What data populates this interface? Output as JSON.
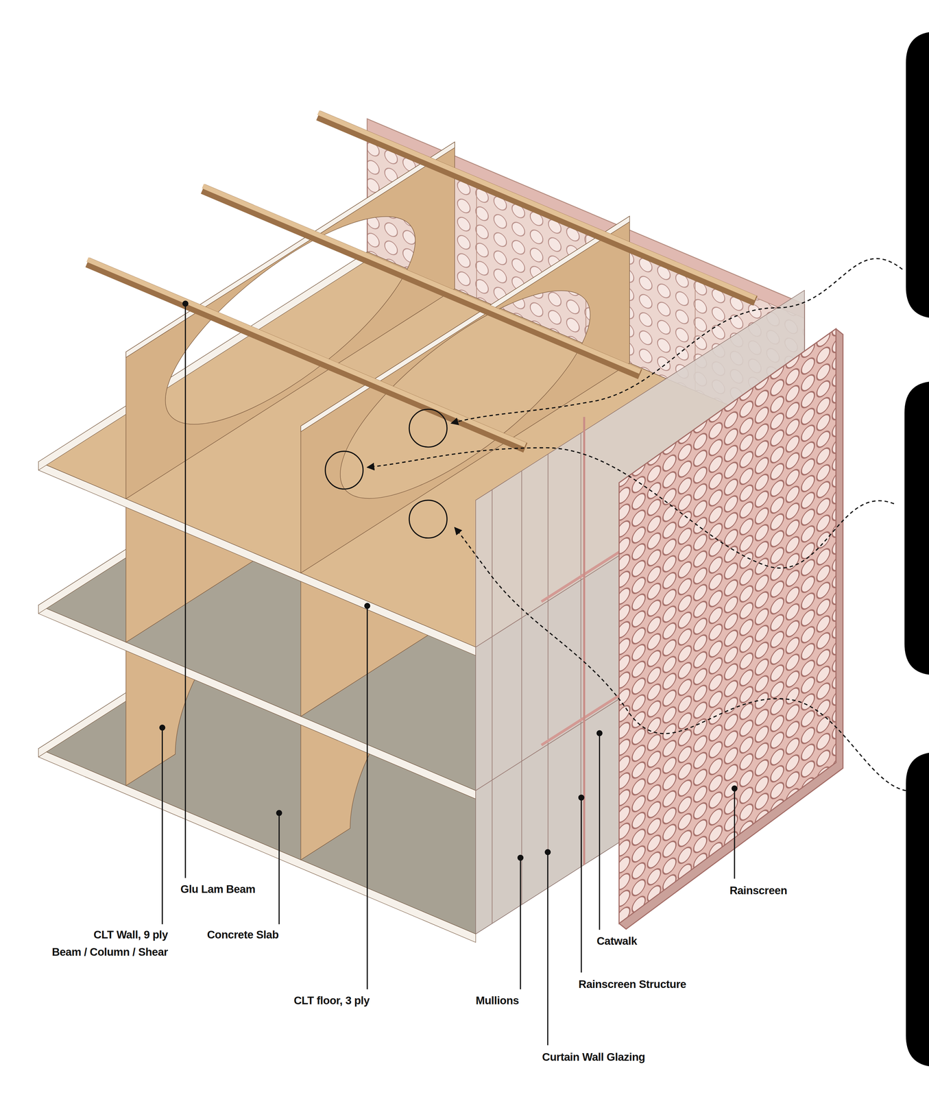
{
  "diagram": {
    "labels": [
      "Glu Lam Beam",
      "CLT Wall, 9 ply",
      "Beam / Column / Shear",
      "Concrete Slab",
      "CLT floor, 3 ply",
      "Mullions",
      "Curtain Wall Glazing",
      "Rainscreen Structure",
      "Catwalk",
      "Rainscreen"
    ]
  }
}
